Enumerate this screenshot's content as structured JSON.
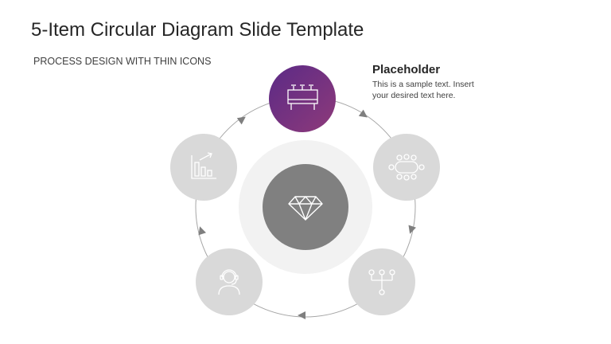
{
  "slide": {
    "title": "5-Item Circular Diagram Slide Template",
    "subtitle": "PROCESS DESIGN WITH THIN ICONS"
  },
  "callout": {
    "heading": "Placeholder",
    "body": "This is a sample text. Insert your desired text here."
  },
  "diagram": {
    "center_icon": "diamond-icon",
    "active_color_start": "#5b2a86",
    "active_color_end": "#8e3a7a",
    "inactive_color": "#d9d9d9",
    "center_color": "#808080",
    "halo_color": "#f2f2f2",
    "nodes": [
      {
        "id": "billboard",
        "icon": "billboard-icon",
        "active": true
      },
      {
        "id": "meeting",
        "icon": "meeting-table-icon",
        "active": false
      },
      {
        "id": "hierarchy",
        "icon": "hierarchy-icon",
        "active": false
      },
      {
        "id": "support",
        "icon": "customer-support-icon",
        "active": false
      },
      {
        "id": "chart",
        "icon": "bar-chart-icon",
        "active": false
      }
    ]
  }
}
